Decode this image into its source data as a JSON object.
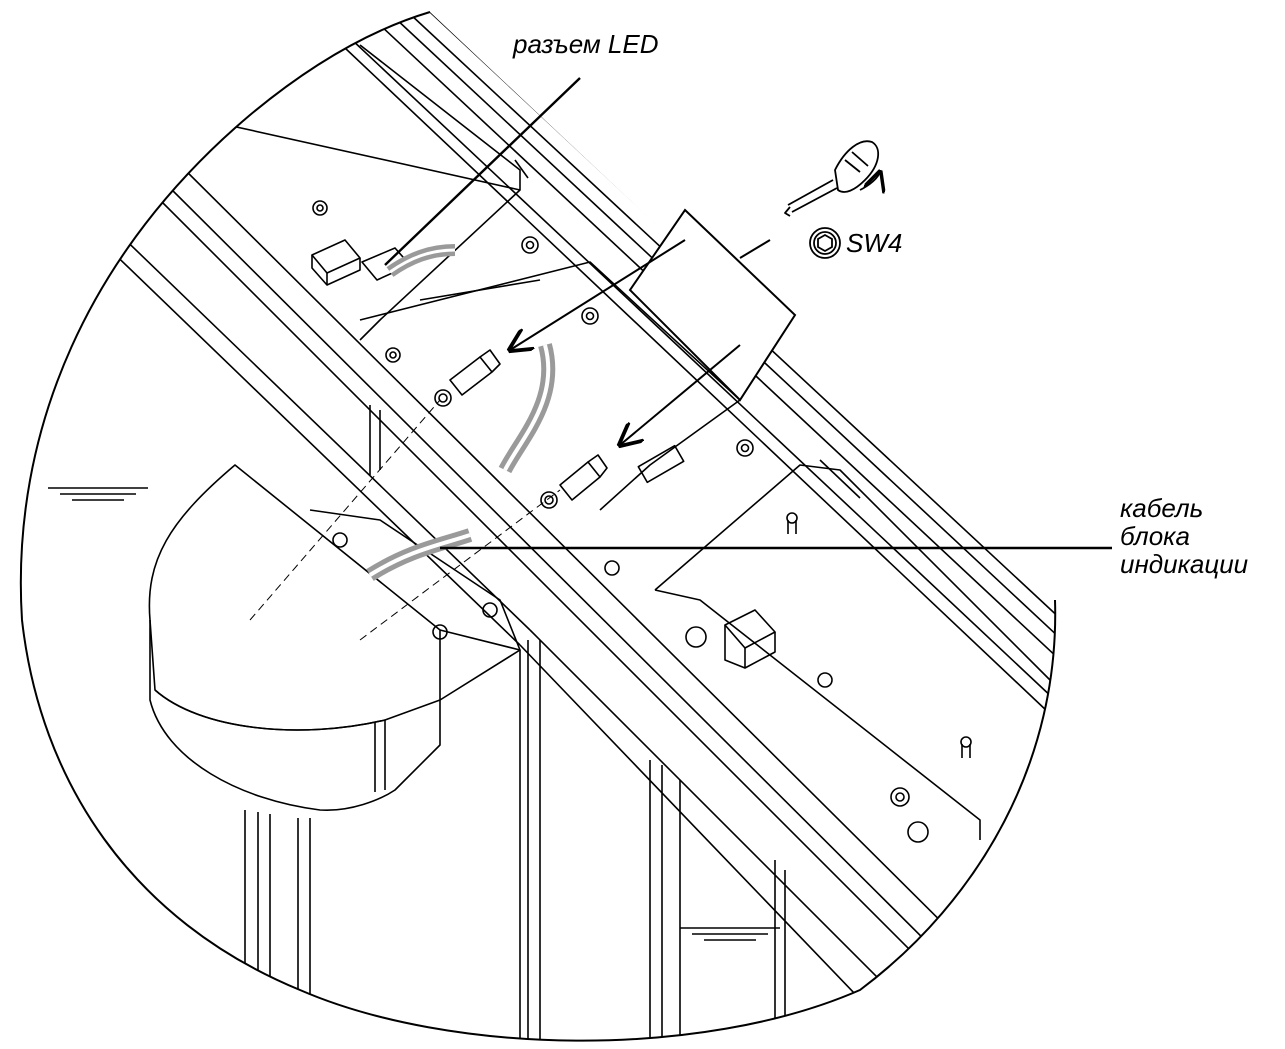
{
  "labels": {
    "led_connector": "разъем LED",
    "tool_size": "SW4",
    "display_cable": "кабель\nблока\nиндикации"
  },
  "colors": {
    "ink": "#000000",
    "background": "#ffffff",
    "cable": "#9a9a9a"
  },
  "icons": {
    "tool": "screwdriver-icon",
    "tool_size": "hex-socket-icon"
  }
}
